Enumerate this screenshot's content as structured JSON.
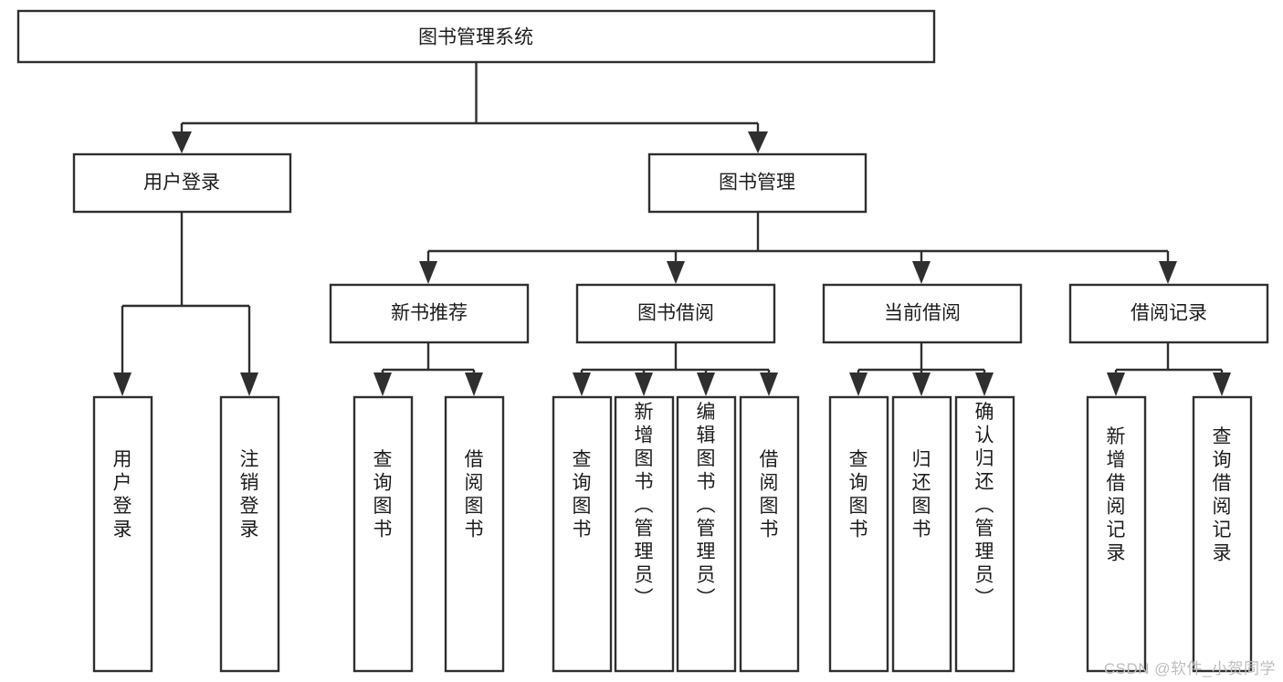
{
  "diagram": {
    "title": "图书管理系统",
    "type": "hierarchy-tree",
    "watermark": "CSDN @软件_小贺同学",
    "colors": {
      "box_stroke": "#2f2f2f",
      "box_fill": "#ffffff",
      "text": "#1c1c1c",
      "background": "#ffffff",
      "watermark": "#bdbdbd"
    },
    "levels": {
      "root": {
        "label": "图书管理系统",
        "orientation": "horizontal"
      },
      "level2": [
        {
          "label": "用户登录",
          "orientation": "horizontal"
        },
        {
          "label": "图书管理",
          "orientation": "horizontal"
        }
      ],
      "level3": [
        {
          "label": "新书推荐",
          "orientation": "horizontal"
        },
        {
          "label": "图书借阅",
          "orientation": "horizontal"
        },
        {
          "label": "当前借阅",
          "orientation": "horizontal"
        },
        {
          "label": "借阅记录",
          "orientation": "horizontal"
        }
      ],
      "leaves": {
        "user_login": [
          {
            "label": "用户登录",
            "orientation": "vertical"
          },
          {
            "label": "注销登录",
            "orientation": "vertical"
          }
        ],
        "new_book_recommend": [
          {
            "label": "查询图书",
            "orientation": "vertical"
          },
          {
            "label": "借阅图书",
            "orientation": "vertical"
          }
        ],
        "book_borrow": [
          {
            "label": "查询图书",
            "orientation": "vertical"
          },
          {
            "label": "新增图书（管理员）",
            "orientation": "vertical"
          },
          {
            "label": "编辑图书（管理员）",
            "orientation": "vertical"
          },
          {
            "label": "借阅图书",
            "orientation": "vertical"
          }
        ],
        "current_borrow": [
          {
            "label": "查询图书",
            "orientation": "vertical"
          },
          {
            "label": "归还图书",
            "orientation": "vertical"
          },
          {
            "label": "确认归还（管理员）",
            "orientation": "vertical"
          }
        ],
        "borrow_record": [
          {
            "label": "新增借阅记录",
            "orientation": "vertical"
          },
          {
            "label": "查询借阅记录",
            "orientation": "vertical"
          }
        ]
      }
    }
  }
}
